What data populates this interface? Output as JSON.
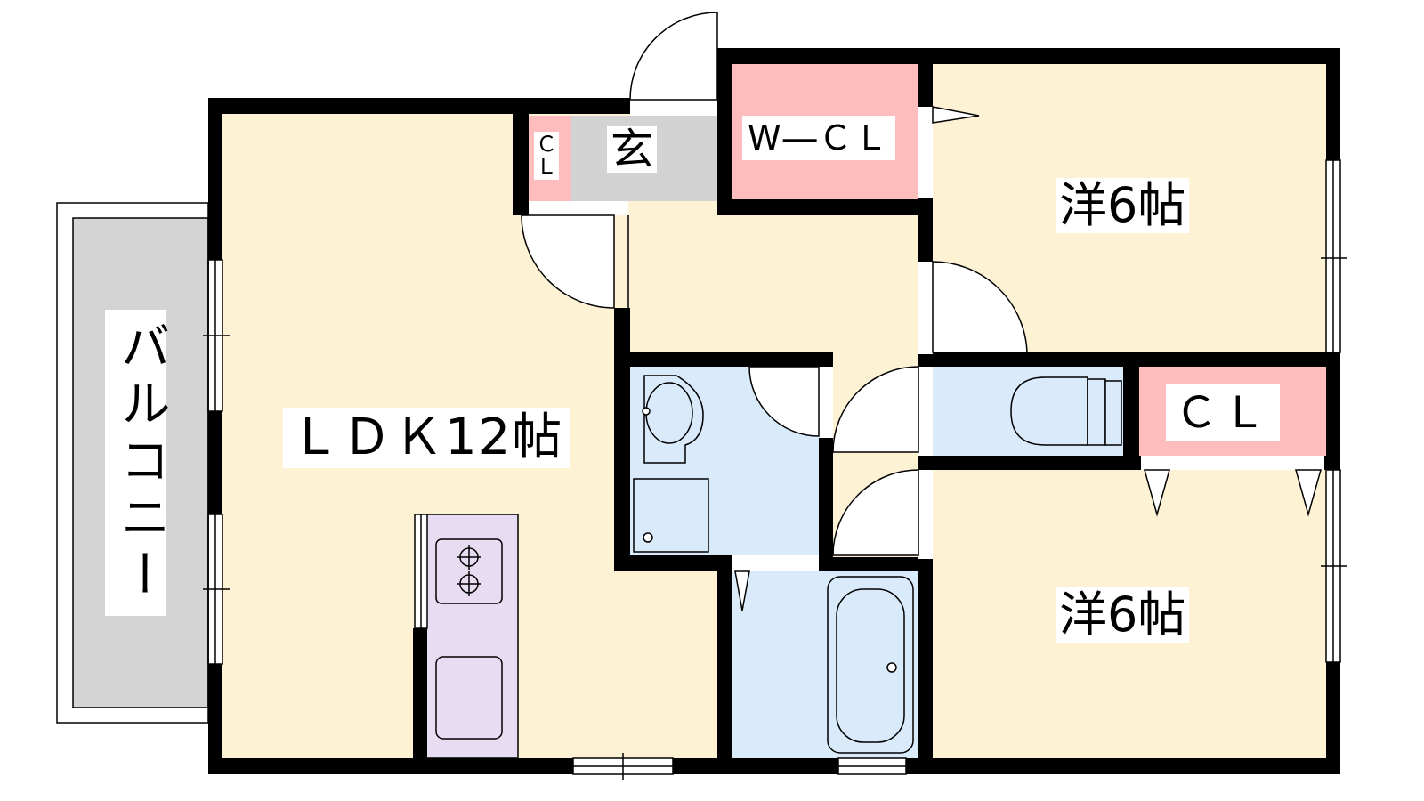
{
  "rooms": {
    "ldk": "ＬＤＫ12帖",
    "western_room_1": "洋6帖",
    "western_room_2": "洋6帖",
    "walk_in_closet": "W―ＣＬ",
    "closet": "ＣＬ",
    "entrance": "玄",
    "entrance_closet": "ＣＬ",
    "balcony": "バルコニー"
  },
  "colors": {
    "living_floor": "#fdf2d3",
    "wet_area": "#d9eafa",
    "closet": "#fdbdbd",
    "entrance": "#d3d3d3",
    "kitchen": "#e8dcf2",
    "balcony": "#d4d4d4",
    "wall": "#000000"
  }
}
